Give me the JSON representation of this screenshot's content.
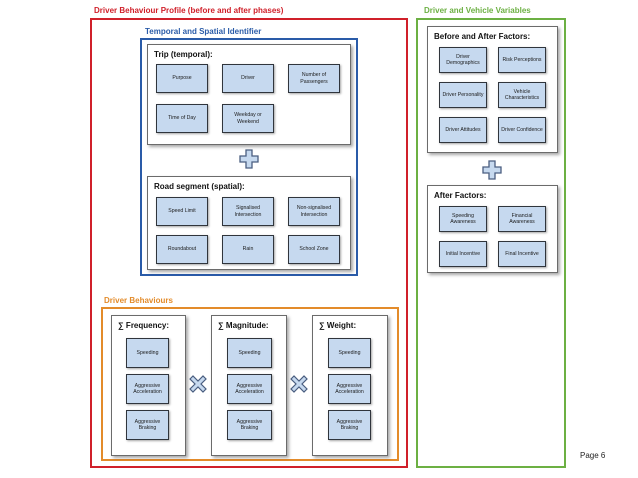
{
  "sections": {
    "profile_title": "Driver Behaviour Profile (before and after phases)",
    "identifier_title": "Temporal and Spatial Identifier",
    "behaviours_title": "Driver Behaviours",
    "variables_title": "Driver and Vehicle Variables"
  },
  "trip": {
    "title": "Trip (temporal):",
    "items": [
      "Purpose",
      "Driver",
      "Number of Passengers",
      "Time of Day",
      "Weekday or Weekend"
    ]
  },
  "road": {
    "title": "Road segment (spatial):",
    "items": [
      "Speed Limit",
      "Signalised Intersection",
      "Non-signalised Intersection",
      "Roundabout",
      "Rain",
      "School Zone"
    ]
  },
  "before_after": {
    "title": "Before and After Factors:",
    "items": [
      "Driver Demographics",
      "Risk Perceptions",
      "Driver Personality",
      "Vehicle Characteristics",
      "Driver Attitudes",
      "Driver Confidence"
    ]
  },
  "after": {
    "title": "After Factors:",
    "items": [
      "Speeding Awareness",
      "Financial Awareness",
      "Initial Incentive",
      "Final Incentive"
    ]
  },
  "frequency": {
    "title": "∑ Frequency:",
    "items": [
      "Speeding",
      "Aggressive Acceleration",
      "Aggressive Braking"
    ]
  },
  "magnitude": {
    "title": "∑ Magnitude:",
    "items": [
      "Speeding",
      "Aggressive Acceleration",
      "Aggressive Braking"
    ]
  },
  "weight": {
    "title": "∑ Weight:",
    "items": [
      "Speeding",
      "Aggressive Acceleration",
      "Aggressive Braking"
    ]
  },
  "page": "Page 6",
  "colors": {
    "red": "#d0202a",
    "blue": "#2a5ba8",
    "orange": "#e38b2a",
    "green": "#6cb043",
    "box_fill": "#c6d9ef"
  }
}
